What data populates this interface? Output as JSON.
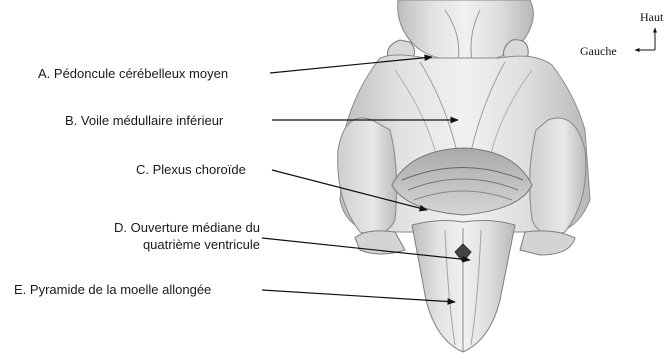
{
  "labels": {
    "a": "A. Pédoncule cérébelleux moyen",
    "b": "B. Voile médullaire inférieur",
    "c": "C. Plexus choroïde",
    "d1": "D. Ouverture médiane du",
    "d2": "quatrième ventricule",
    "e": "E. Pyramide de la moelle allongée"
  },
  "orientation": {
    "up": "Haut",
    "left": "Gauche"
  }
}
